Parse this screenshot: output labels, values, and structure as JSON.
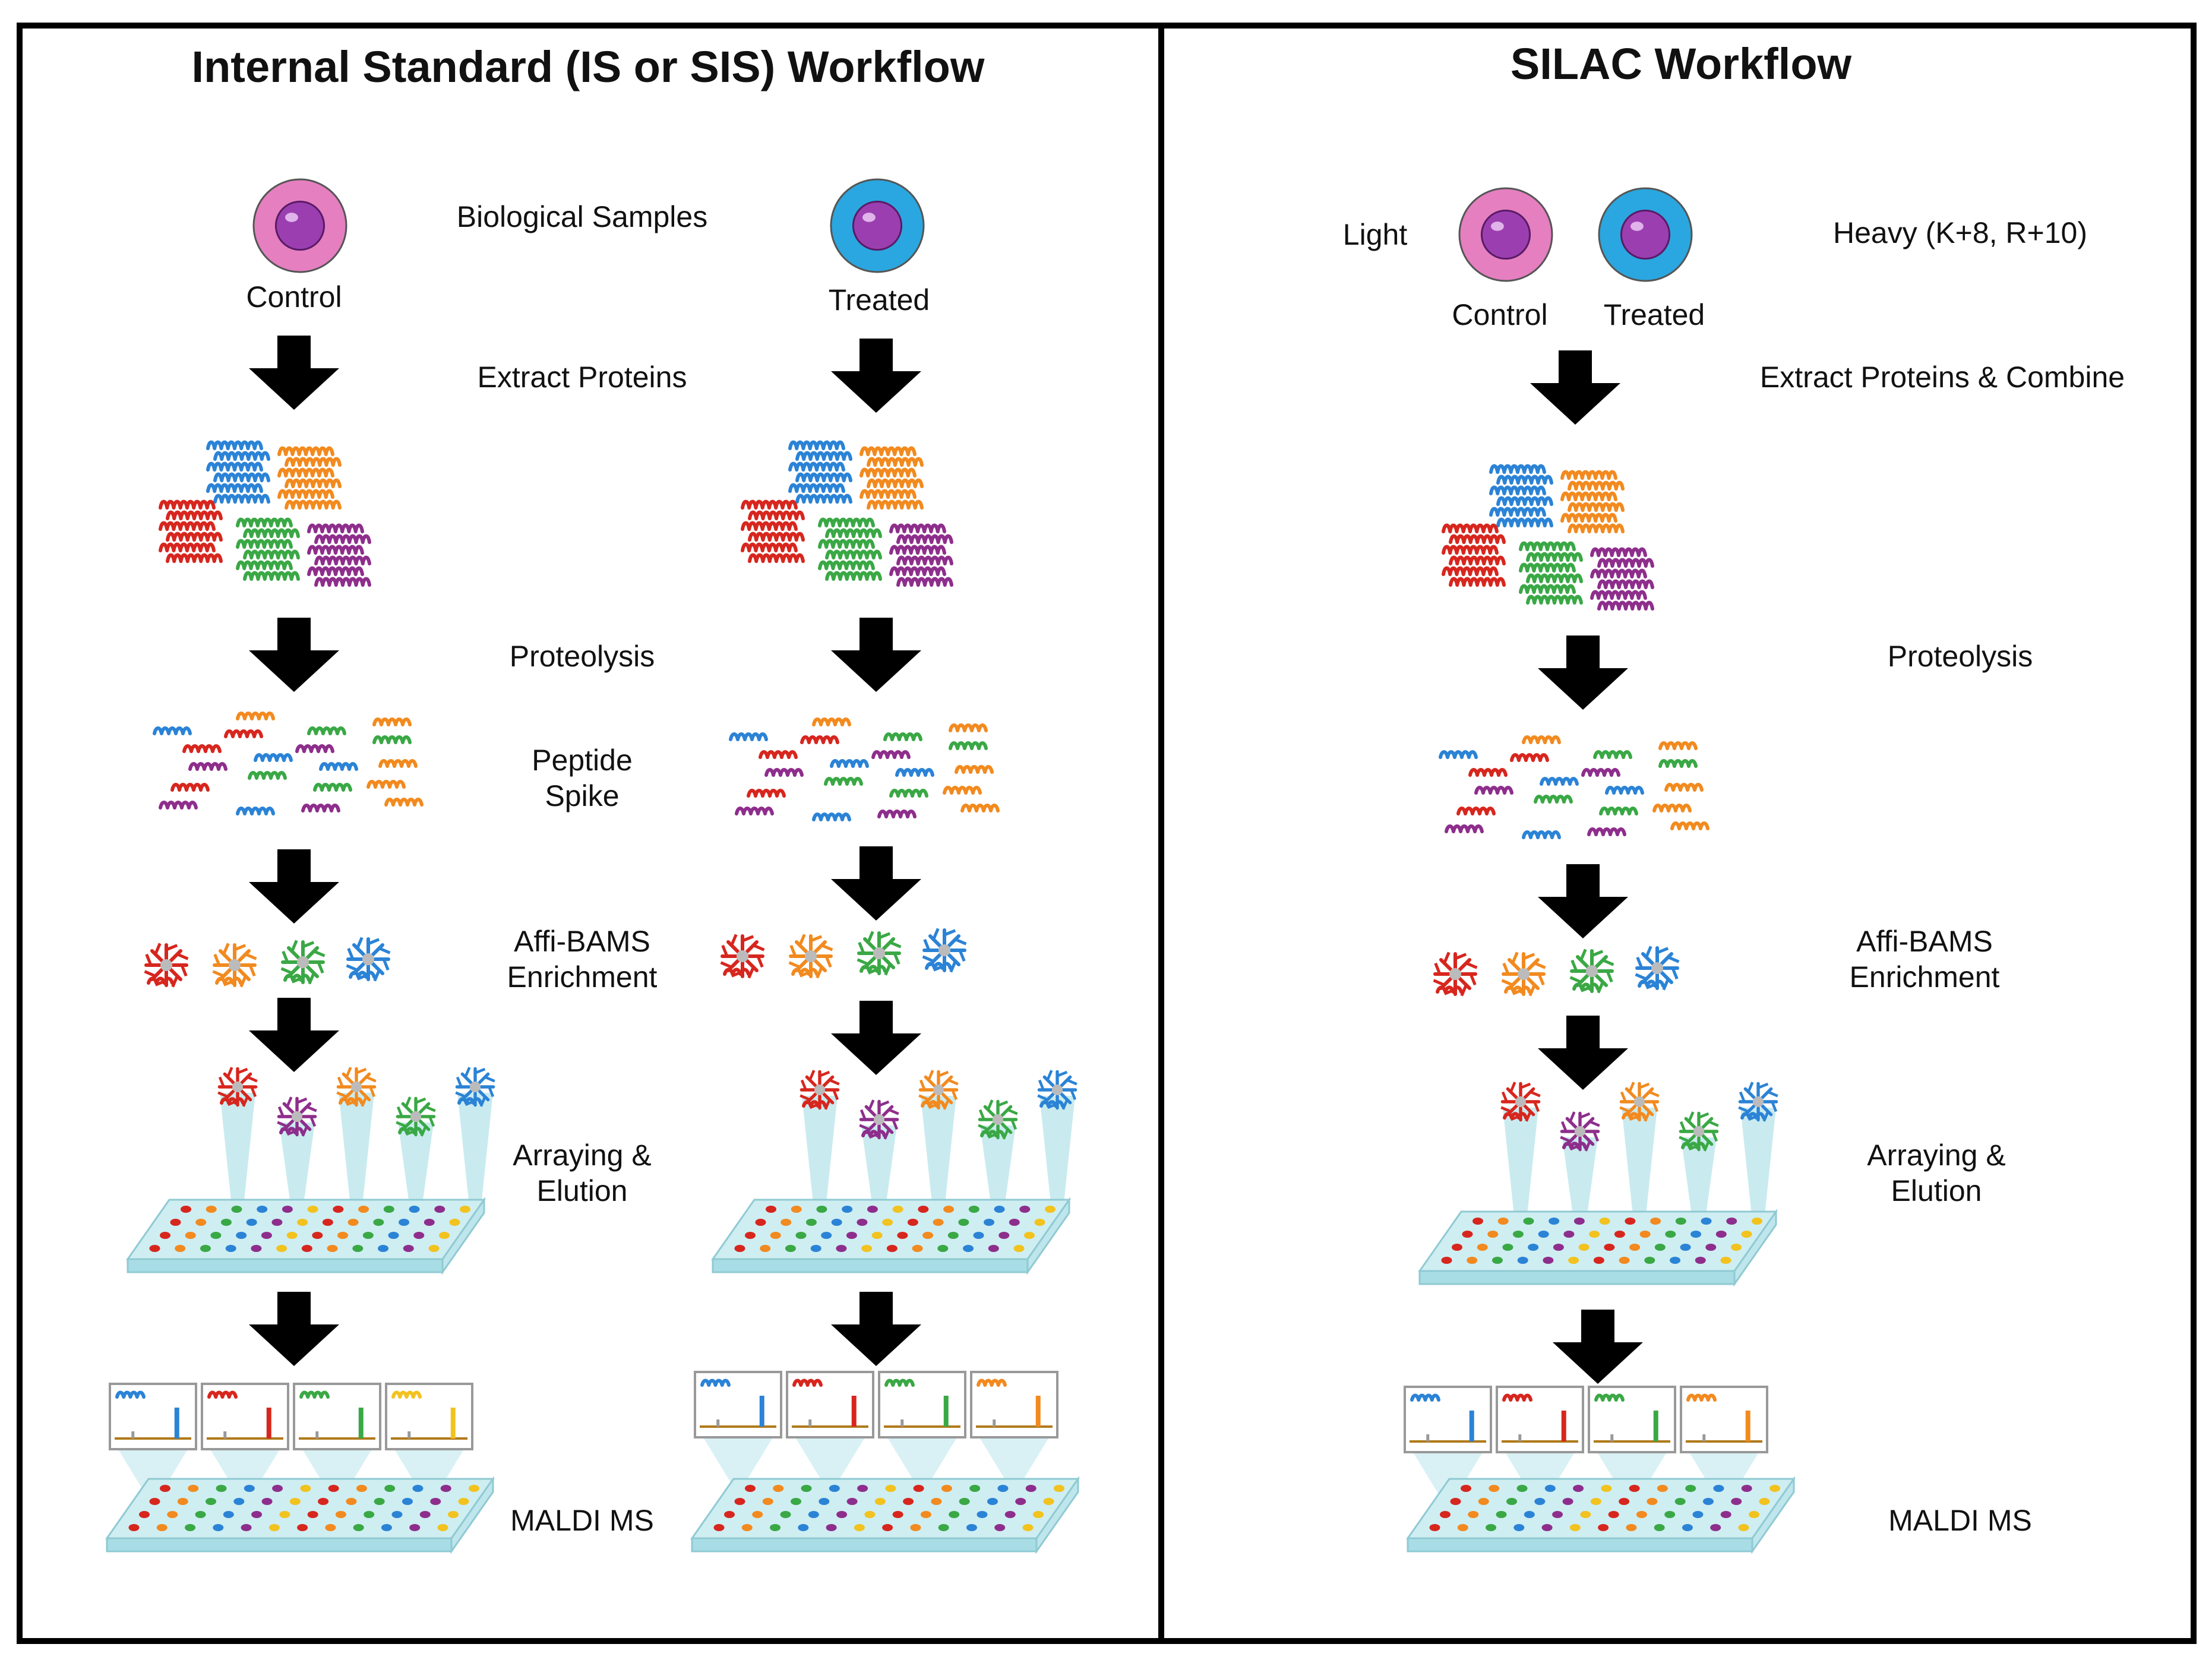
{
  "is_workflow": {
    "title": "Internal Standard (IS or SIS) Workflow",
    "samples_label": "Biological Samples",
    "control_label": "Control",
    "treated_label": "Treated",
    "steps": {
      "extract": "Extract Proteins",
      "proteolysis": "Proteolysis",
      "peptide_spike": "Peptide\nSpike",
      "enrichment": "Affi-BAMS\nEnrichment",
      "arraying": "Arraying &\nElution",
      "maldi": "MALDI MS"
    }
  },
  "silac_workflow": {
    "title": "SILAC Workflow",
    "light_label": "Light",
    "heavy_label": "Heavy (K+8, R+10)",
    "control_label": "Control",
    "treated_label": "Treated",
    "steps": {
      "extract": "Extract Proteins & Combine",
      "proteolysis": "Proteolysis",
      "enrichment": "Affi-BAMS\nEnrichment",
      "arraying": "Arraying &\nElution",
      "maldi": "MALDI MS"
    }
  },
  "colors": {
    "control_cell": "#e57fc0",
    "treated_cell": "#2aa7e0",
    "nucleus": "#9b3fb0",
    "red": "#d7261e",
    "blue": "#2b83d6",
    "orange": "#f28a1f",
    "green": "#3aa845",
    "purple": "#8e2e8c",
    "plate": "#cfeef2"
  },
  "icons": [
    "cell-icon",
    "arrow-down-icon",
    "protein-cluster-icon",
    "peptide-icon",
    "antibody-icon",
    "plate-icon",
    "spectrum-icon"
  ]
}
